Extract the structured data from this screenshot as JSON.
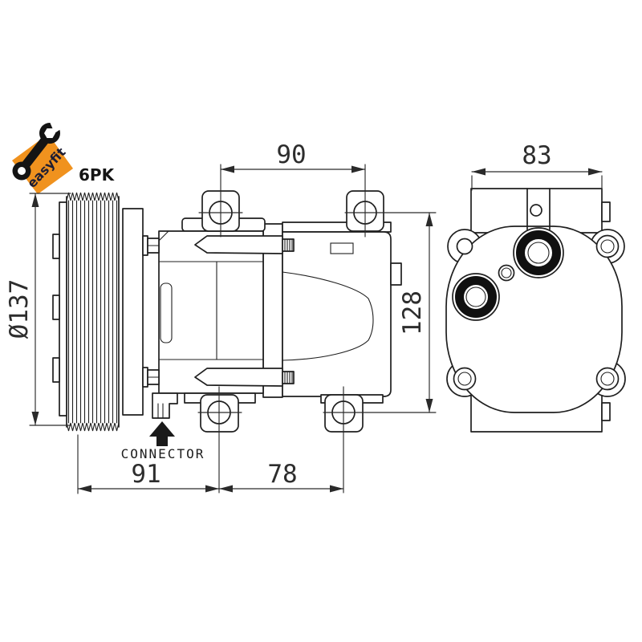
{
  "logo": {
    "brand": "easyfit",
    "belt_type": "6PK",
    "colors": {
      "badge_orange": "#F0921E",
      "wrench_black": "#141414",
      "brand_text": "#1D1D33"
    }
  },
  "drawing": {
    "connector_label": "CONNECTOR",
    "dimensions": {
      "top_lug_spacing": "90",
      "end_view_width": "83",
      "pulley_diameter": "Ø137",
      "lug_height_spacing": "128",
      "pulley_to_lug": "91",
      "lug_to_rear_lug": "78"
    },
    "line_color": "#1f1f1f",
    "background": "#ffffff"
  }
}
